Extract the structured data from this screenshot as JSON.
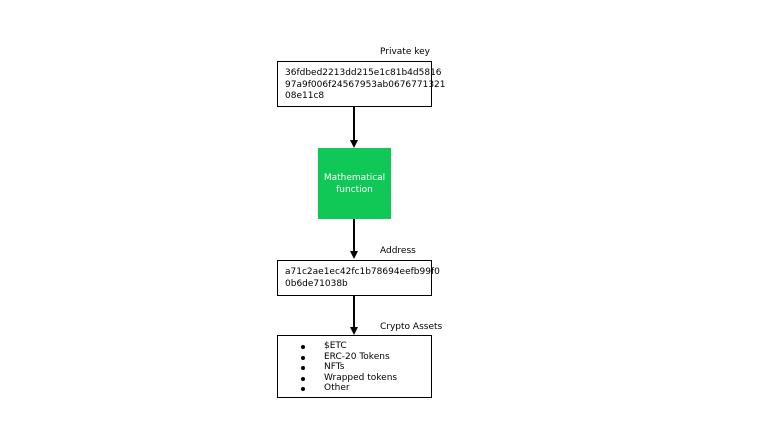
{
  "private_key": {
    "label": "Private key",
    "lines": [
      "36fdbed2213dd215e1c81b4d5816",
      "97a9f006f24567953ab0676771321",
      "08e11c8"
    ]
  },
  "function_box": {
    "lines": [
      "Mathematical",
      "function"
    ],
    "color": "#0fc856"
  },
  "address": {
    "label": "Address",
    "lines": [
      "a71c2ae1ec42fc1b78694eefb99f0",
      "0b6de71038b"
    ]
  },
  "crypto_assets": {
    "label": "Crypto Assets",
    "items": [
      "$ETC",
      "ERC-20 Tokens",
      "NFTs",
      "Wrapped tokens",
      "Other"
    ]
  }
}
